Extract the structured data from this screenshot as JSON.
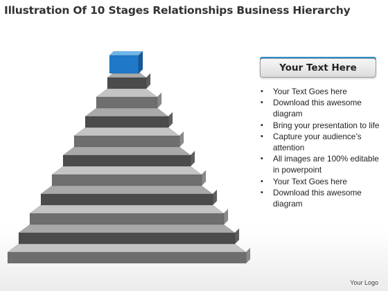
{
  "title": "Illustration Of 10 Stages Relationships Business Hierarchy",
  "textbox": {
    "label": "Your Text Here"
  },
  "bullets": [
    "Your Text Goes here",
    "Download this awesome diagram",
    "Bring your presentation to life",
    "Capture your audience’s attention",
    "All images are 100% editable in powerpoint",
    "Your Text Goes here",
    "Download this awesome diagram"
  ],
  "logo": "Your Logo",
  "pyramid": {
    "stages": 10,
    "colors": {
      "top_face_light": "#c4c4c4",
      "top_face_dark": "#a9a9a9",
      "front_light": "#6e6e6e",
      "front_dark": "#4b4b4b",
      "side_light": "#8a8a8a",
      "side_dark": "#5e5e5e",
      "cap_top": "#6fb6ea",
      "cap_front": "#1f78c8",
      "cap_side": "#145a9a"
    }
  }
}
